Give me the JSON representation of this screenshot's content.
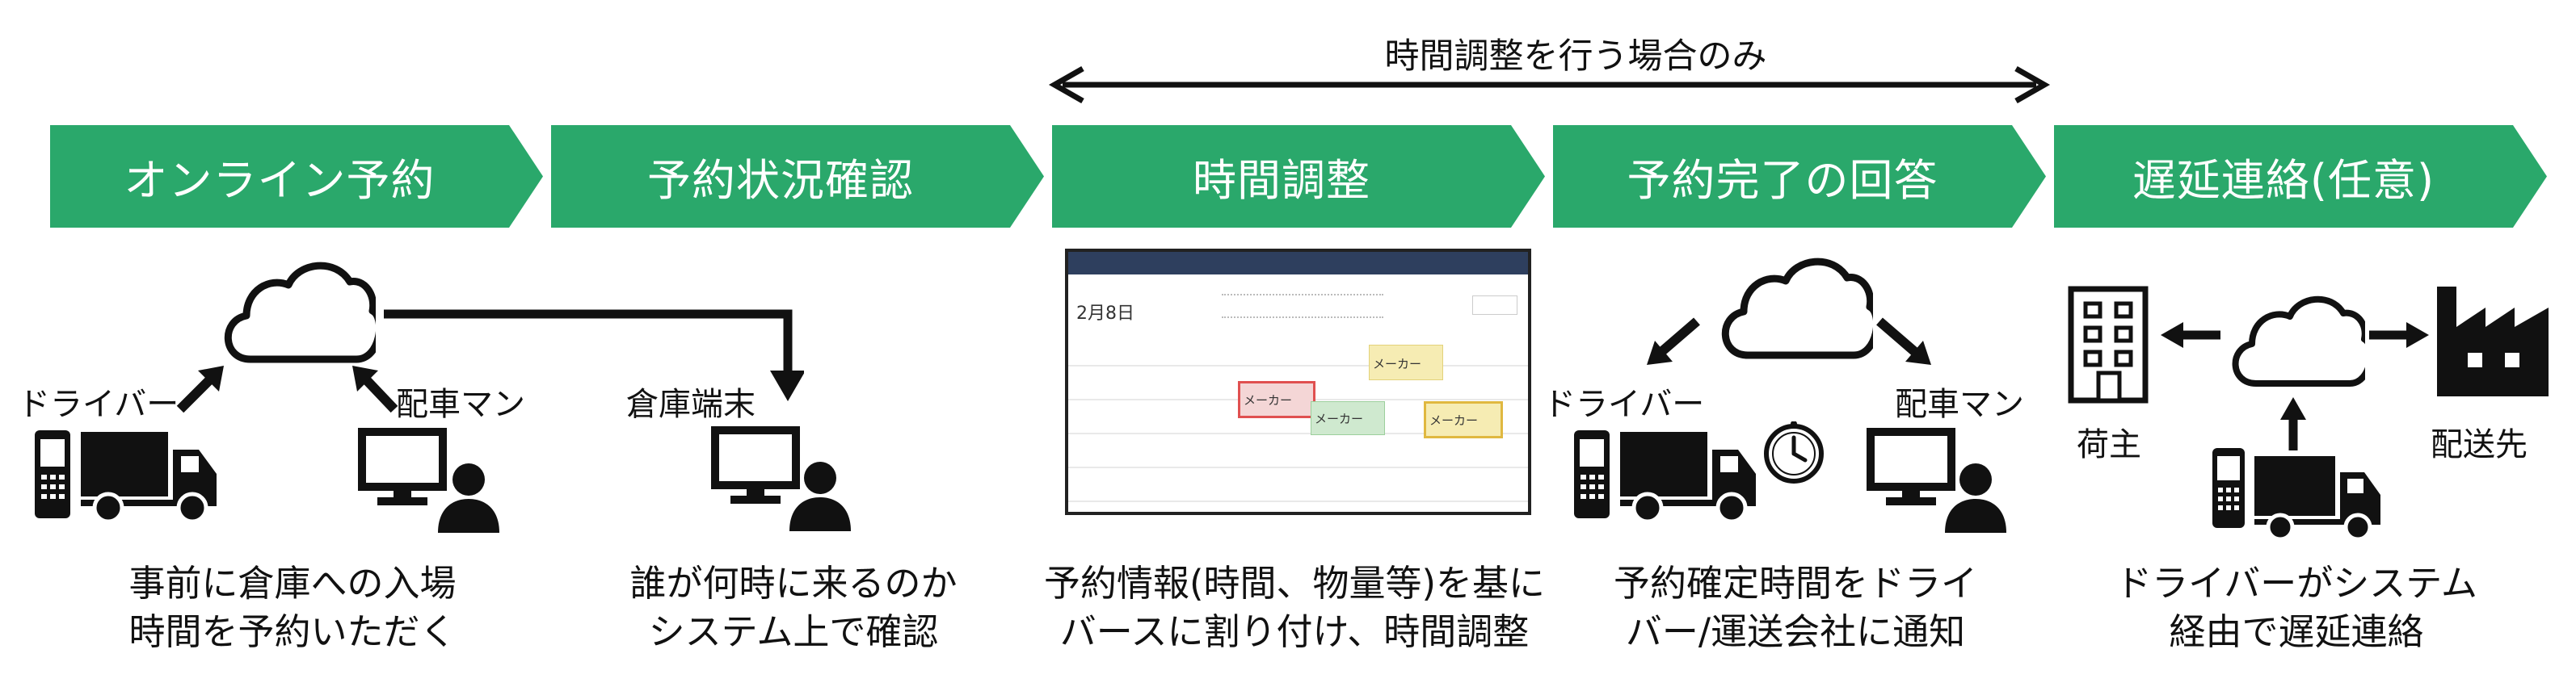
{
  "colors": {
    "stage_green": "#2aa86b",
    "arrow_dark": "#111111",
    "event_green": "#cfe9cf",
    "event_yellow": "#f6ecb3",
    "cal_header": "#2e3f5e"
  },
  "range_note": "時間調整を行う場合のみ",
  "stages": [
    {
      "label": "オンライン予約"
    },
    {
      "label": "予約状況確認"
    },
    {
      "label": "時間調整"
    },
    {
      "label": "予約完了の回答"
    },
    {
      "label": "遅延連絡(任意)"
    }
  ],
  "stage1": {
    "driver_label": "ドライバー",
    "dispatcher_label": "配車マン",
    "caption_line1": "事前に倉庫への入場",
    "caption_line2": "時間を予約いただく",
    "icons": [
      "cloud-icon",
      "phone-icon",
      "truck-icon",
      "monitor-icon",
      "person-icon"
    ]
  },
  "stage2": {
    "terminal_label": "倉庫端末",
    "caption_line1": "誰が何時に来るのか",
    "caption_line2": "システム上で確認"
  },
  "stage3": {
    "caption_line1": "予約情報(時間、物量等)を基に",
    "caption_line2": "バースに割り付け、時間調整",
    "calendar": {
      "date": "2月8日",
      "event_label": "メーカー"
    }
  },
  "stage4": {
    "driver_label": "ドライバー",
    "dispatcher_label": "配車マン",
    "caption_line1": "予約確定時間をドライ",
    "caption_line2": "バー/運送会社に通知",
    "icons": [
      "cloud-icon",
      "clock-icon",
      "truck-icon",
      "monitor-icon",
      "person-icon"
    ]
  },
  "stage5": {
    "shipper_label": "荷主",
    "destination_label": "配送先",
    "caption_line1": "ドライバーがシステム",
    "caption_line2": "経由で遅延連絡",
    "icons": [
      "building-icon",
      "cloud-icon",
      "factory-icon",
      "truck-icon",
      "phone-icon"
    ]
  }
}
